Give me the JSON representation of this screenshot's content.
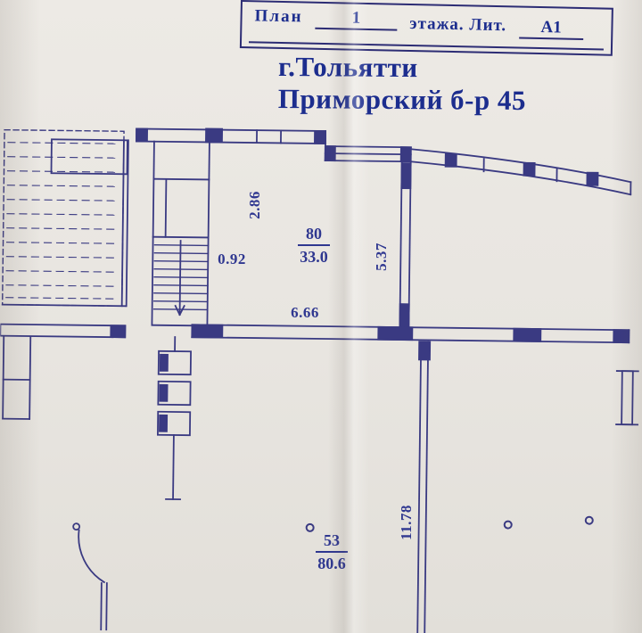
{
  "document": {
    "header": {
      "plan_label": "План",
      "plan_number": "1",
      "floor_label": "этажа. Лит.",
      "liter": "А1"
    },
    "title": {
      "city": "г.Тольятти",
      "address": "Приморский б-р 45"
    }
  },
  "plan": {
    "dimensions": {
      "stair_depth": "2.86",
      "stair_run": "0.92",
      "hall_depth": "5.37",
      "hall_width": "6.66",
      "room_length": "11.78"
    },
    "rooms": [
      {
        "number": "80",
        "area": "33.0"
      },
      {
        "number": "53",
        "area": "80.6"
      }
    ]
  },
  "colors": {
    "ink": "#3a3a82",
    "text_blue": "#1c2d8e",
    "dim_blue": "#2f3790",
    "paper": "#e9e6e1"
  }
}
